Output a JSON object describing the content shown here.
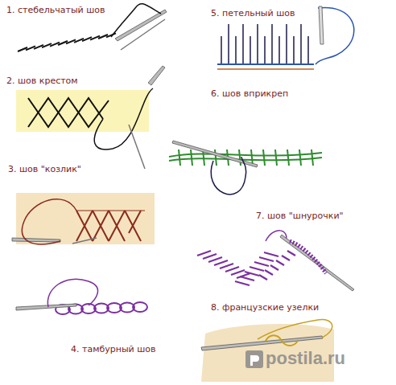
{
  "diagram": {
    "labels": [
      "1. стебельчатый шов",
      "2. шов крестом",
      "3. шов \"козлик\"",
      "4. тамбурный шов",
      "5. петельный шов",
      "6. шов вприкреп",
      "7. шов \"шнурочки\"",
      "8. французские узелки",
      "postila.ru"
    ]
  }
}
